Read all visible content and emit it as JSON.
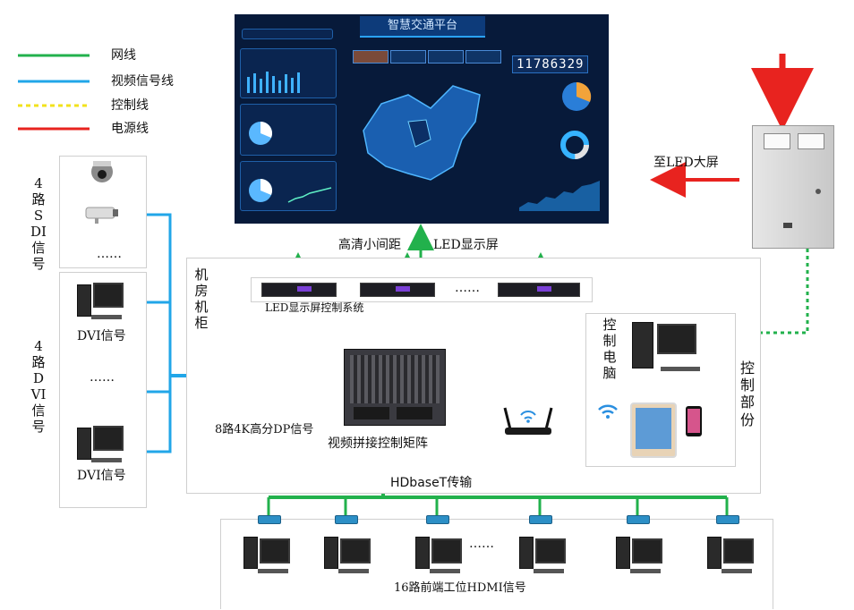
{
  "legend": [
    {
      "label": "网线",
      "color": "#22b14c",
      "style": "solid"
    },
    {
      "label": "视频信号线",
      "color": "#21a6e8",
      "style": "solid"
    },
    {
      "label": "控制线",
      "color": "#f2e21c",
      "style": "dashed"
    },
    {
      "label": "电源线",
      "color": "#e8231f",
      "style": "solid"
    }
  ],
  "screen": {
    "title": "智慧交通平台",
    "counter": "11786329"
  },
  "sdi_group": {
    "label": "4路SDI信号",
    "ellipsis": "……"
  },
  "dvi_group": {
    "label": "4路DVI信号",
    "device_label_1": "DVI信号",
    "device_label_2": "DVI信号",
    "ellipsis": "……"
  },
  "machine_room": {
    "label": "机房机柜"
  },
  "led": {
    "top_label_1": "高清小间距",
    "top_label_2": "LED显示屏",
    "control_system_label": "LED显示屏控制系统",
    "ellipsis": "……"
  },
  "matrix": {
    "label": "视频拼接控制矩阵",
    "dp_input_label": "8路4K高分DP信号"
  },
  "control": {
    "pc_label": "控制电脑",
    "section_label": "控制部份"
  },
  "power": {
    "to_led_label": "至LED大屏"
  },
  "hdbaset": {
    "label": "HDbaseT传输"
  },
  "bottom": {
    "ellipsis": "……",
    "caption_partial": "16路前端工位HDMI信号"
  }
}
